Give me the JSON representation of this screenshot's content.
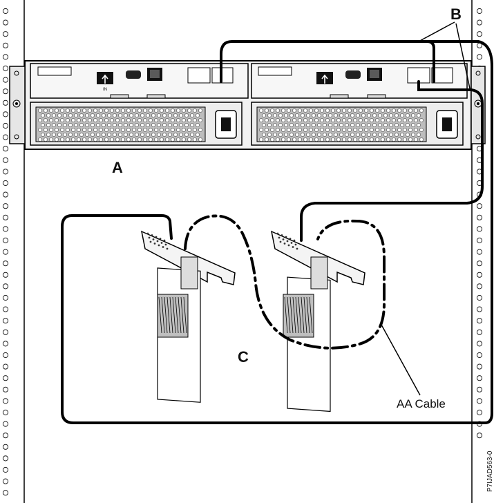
{
  "callouts": {
    "a": "A",
    "b": "B",
    "c": "C"
  },
  "cable_label": "AA Cable",
  "port_label": "IN",
  "figure_code": "P7IJAD563-0"
}
